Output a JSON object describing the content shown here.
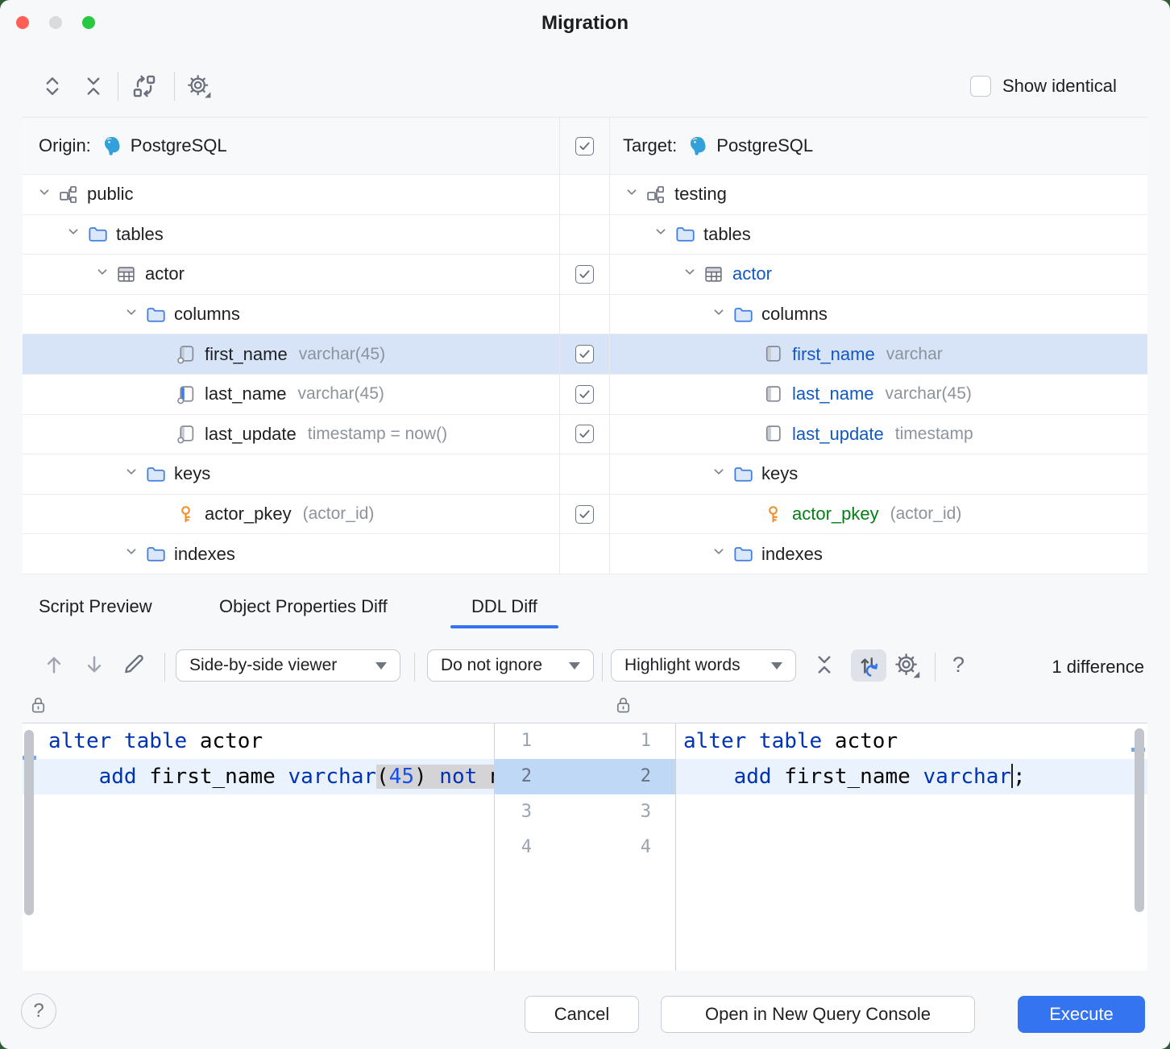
{
  "window": {
    "title": "Migration"
  },
  "colors": {
    "accent": "#3574F0",
    "modified_text": "#1159C1",
    "new_text": "#067D17",
    "key_icon": "#EF8E2E",
    "folder_icon": "#3F7DE0",
    "postgres_icon": "#32A1D9",
    "selected_row_bg": "#D7E4F8",
    "diff_line_highlight": "#E9F2FD",
    "changed_word_bg": "#D4D4D6",
    "traffic_close": "#FF5F57",
    "traffic_minimize": "#DBDBDB",
    "traffic_zoom": "#28C840"
  },
  "top_toolbar": {
    "icons": [
      "expand-all-icon",
      "collapse-all-icon",
      "swap-origin-target-icon",
      "settings-gear-icon"
    ],
    "show_identical_label": "Show identical",
    "show_identical_checked": false
  },
  "comparison": {
    "origin_label": "Origin:",
    "origin_dbms": "PostgreSQL",
    "target_label": "Target:",
    "target_dbms": "PostgreSQL",
    "header_checkbox_checked": true,
    "rows": [
      {
        "checkbox": false,
        "selected": false,
        "origin": {
          "label": "public",
          "type": "",
          "icon": "schema",
          "level": 0,
          "chevron": true,
          "color": "default"
        },
        "target": {
          "label": "testing",
          "type": "",
          "icon": "schema",
          "level": 0,
          "chevron": true,
          "color": "default"
        }
      },
      {
        "checkbox": false,
        "selected": false,
        "origin": {
          "label": "tables",
          "type": "",
          "icon": "folder",
          "level": 1,
          "chevron": true,
          "color": "default"
        },
        "target": {
          "label": "tables",
          "type": "",
          "icon": "folder",
          "level": 1,
          "chevron": true,
          "color": "default"
        }
      },
      {
        "checkbox": true,
        "selected": false,
        "origin": {
          "label": "actor",
          "type": "",
          "icon": "table",
          "level": 2,
          "chevron": true,
          "color": "default"
        },
        "target": {
          "label": "actor",
          "type": "",
          "icon": "table",
          "level": 2,
          "chevron": true,
          "color": "modified"
        }
      },
      {
        "checkbox": false,
        "selected": false,
        "origin": {
          "label": "columns",
          "type": "",
          "icon": "folder",
          "level": 3,
          "chevron": true,
          "color": "default"
        },
        "target": {
          "label": "columns",
          "type": "",
          "icon": "folder",
          "level": 3,
          "chevron": true,
          "color": "default"
        }
      },
      {
        "checkbox": true,
        "selected": true,
        "origin": {
          "label": "first_name",
          "type": "varchar(45)",
          "icon": "column-src",
          "level": 4,
          "chevron": false,
          "color": "default"
        },
        "target": {
          "label": "first_name",
          "type": "varchar",
          "icon": "column-tgt",
          "level": 4,
          "chevron": false,
          "color": "modified"
        }
      },
      {
        "checkbox": true,
        "selected": false,
        "origin": {
          "label": "last_name",
          "type": "varchar(45)",
          "icon": "column-src-indexed",
          "level": 4,
          "chevron": false,
          "color": "default"
        },
        "target": {
          "label": "last_name",
          "type": "varchar(45)",
          "icon": "column-tgt",
          "level": 4,
          "chevron": false,
          "color": "modified"
        }
      },
      {
        "checkbox": true,
        "selected": false,
        "origin": {
          "label": "last_update",
          "type": "timestamp = now()",
          "icon": "column-src",
          "level": 4,
          "chevron": false,
          "color": "default"
        },
        "target": {
          "label": "last_update",
          "type": "timestamp",
          "icon": "column-tgt",
          "level": 4,
          "chevron": false,
          "color": "modified"
        }
      },
      {
        "checkbox": false,
        "selected": false,
        "origin": {
          "label": "keys",
          "type": "",
          "icon": "folder",
          "level": 3,
          "chevron": true,
          "color": "default"
        },
        "target": {
          "label": "keys",
          "type": "",
          "icon": "folder",
          "level": 3,
          "chevron": true,
          "color": "default"
        }
      },
      {
        "checkbox": true,
        "selected": false,
        "origin": {
          "label": "actor_pkey",
          "type": "(actor_id)",
          "icon": "key",
          "level": 4,
          "chevron": false,
          "color": "default"
        },
        "target": {
          "label": "actor_pkey",
          "type": "(actor_id)",
          "icon": "key",
          "level": 4,
          "chevron": false,
          "color": "new"
        }
      },
      {
        "checkbox": false,
        "selected": false,
        "origin": {
          "label": "indexes",
          "type": "",
          "icon": "folder",
          "level": 3,
          "chevron": true,
          "color": "default"
        },
        "target": {
          "label": "indexes",
          "type": "",
          "icon": "folder",
          "level": 3,
          "chevron": true,
          "color": "default"
        }
      }
    ]
  },
  "tabs": [
    {
      "label": "Script Preview",
      "active": false
    },
    {
      "label": "Object Properties Diff",
      "active": false
    },
    {
      "label": "DDL Diff",
      "active": true
    }
  ],
  "diff_toolbar": {
    "viewer_mode": "Side-by-side viewer",
    "ignore_mode": "Do not ignore",
    "highlight_mode": "Highlight words",
    "help_label": "?",
    "differences": "1 difference"
  },
  "diff": {
    "changed_line": 2,
    "left": {
      "line_numbers": [
        1,
        2,
        3,
        4
      ],
      "lines": [
        {
          "changed": false,
          "tokens": [
            {
              "s": "kw",
              "t": "alter table"
            },
            {
              "s": "pl",
              "t": " actor"
            }
          ]
        },
        {
          "changed": true,
          "tokens": [
            {
              "s": "pl",
              "t": "    "
            },
            {
              "s": "kw",
              "t": "add"
            },
            {
              "s": "pl",
              "t": " first_name "
            },
            {
              "s": "kw",
              "t": "varchar"
            },
            {
              "s": "pl",
              "t": "(",
              "bg": true
            },
            {
              "s": "num",
              "t": "45",
              "bg": true
            },
            {
              "s": "pl",
              "t": ") ",
              "bg": true
            },
            {
              "s": "kw",
              "t": "not",
              "bg": true
            },
            {
              "s": "pl",
              "t": " null;",
              "bg": true
            }
          ]
        },
        {
          "changed": false,
          "tokens": []
        },
        {
          "changed": false,
          "tokens": []
        }
      ]
    },
    "right": {
      "line_numbers": [
        1,
        2,
        3,
        4
      ],
      "lines": [
        {
          "changed": false,
          "tokens": [
            {
              "s": "kw",
              "t": "alter table"
            },
            {
              "s": "pl",
              "t": " actor"
            }
          ]
        },
        {
          "changed": true,
          "tokens": [
            {
              "s": "pl",
              "t": "    "
            },
            {
              "s": "kw",
              "t": "add"
            },
            {
              "s": "pl",
              "t": " first_name "
            },
            {
              "s": "kw",
              "t": "varchar"
            },
            {
              "s": "caret",
              "t": ""
            },
            {
              "s": "pl",
              "t": ";"
            }
          ]
        },
        {
          "changed": false,
          "tokens": []
        },
        {
          "changed": false,
          "tokens": []
        }
      ]
    }
  },
  "footer": {
    "help": "?",
    "cancel": "Cancel",
    "open_console": "Open in New Query Console",
    "execute": "Execute"
  }
}
